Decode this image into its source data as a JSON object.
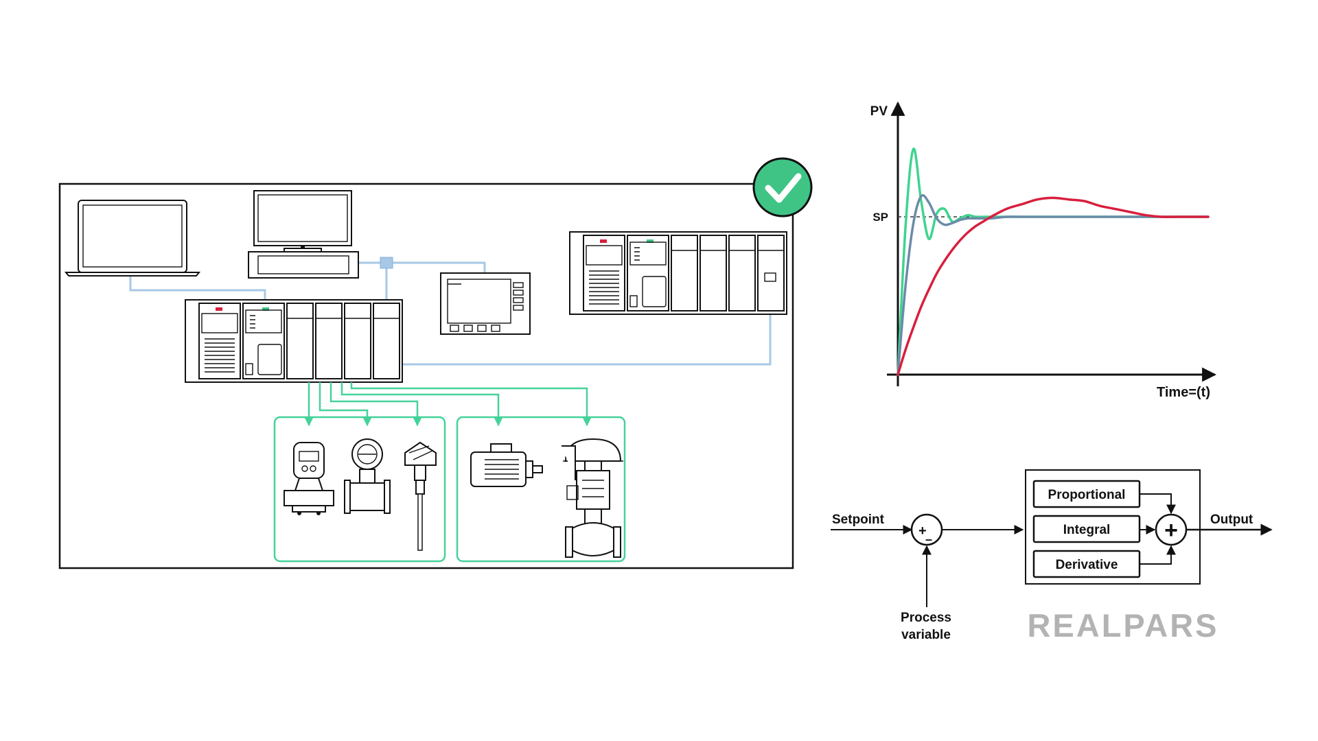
{
  "architecture": {
    "status_icon": "green-check-icon",
    "devices": [
      "laptop-icon",
      "workstation-icon",
      "hmi-panel-icon",
      "plc-rack-icon",
      "remote-plc-rack-icon",
      "pressure-transmitter-icon",
      "flow-meter-icon",
      "temperature-sensor-icon",
      "motor-icon",
      "control-valve-icon"
    ]
  },
  "response_chart": {
    "y_axis_label": "PV",
    "setpoint_label": "SP",
    "x_axis_label": "Time=(t)"
  },
  "chart_data": {
    "type": "line",
    "title": "",
    "xlabel": "Time=(t)",
    "ylabel": "PV",
    "setpoint": 1.0,
    "setpoint_label": "SP",
    "xlim": [
      0,
      10
    ],
    "ylim": [
      0,
      1.7
    ],
    "x": [
      0,
      0.25,
      0.5,
      0.75,
      1.0,
      1.25,
      1.5,
      1.75,
      2.0,
      2.25,
      2.5,
      2.75,
      3.0,
      3.5,
      4.0,
      4.5,
      5.0,
      5.5,
      6.0,
      6.5,
      7.0,
      7.5,
      8.0,
      8.5,
      9.0,
      9.5,
      10.0
    ],
    "series": [
      {
        "color": "#3fd48f",
        "values": [
          0,
          0.95,
          1.43,
          1.1,
          0.86,
          1.02,
          1.05,
          0.97,
          0.99,
          1.01,
          1.0,
          1.0,
          1.0,
          1.0,
          1.0,
          1.0,
          1.0,
          1.0,
          1.0,
          1.0,
          1.0,
          1.0,
          1.0,
          1.0,
          1.0,
          1.0,
          1.0
        ]
      },
      {
        "color": "#6b8ba8",
        "values": [
          0,
          0.57,
          0.96,
          1.13,
          1.09,
          0.99,
          0.95,
          0.96,
          0.98,
          0.99,
          0.99,
          0.99,
          0.99,
          1.0,
          1.0,
          1.0,
          1.0,
          1.0,
          1.0,
          1.0,
          1.0,
          1.0,
          1.0,
          1.0,
          1.0,
          1.0,
          1.0
        ]
      },
      {
        "color": "#d81f3e",
        "values": [
          0,
          0.16,
          0.3,
          0.43,
          0.54,
          0.64,
          0.72,
          0.79,
          0.85,
          0.9,
          0.94,
          0.97,
          1.0,
          1.05,
          1.08,
          1.11,
          1.12,
          1.11,
          1.1,
          1.07,
          1.05,
          1.03,
          1.01,
          1.0,
          1.0,
          1.0,
          1.0
        ]
      }
    ]
  },
  "pid": {
    "setpoint_label": "Setpoint",
    "summing_sign_plus": "+",
    "summing_sign_minus": "–",
    "pv_line1": "Process",
    "pv_line2": "variable",
    "proportional": "Proportional",
    "integral": "Integral",
    "derivative": "Derivative",
    "sum_sign": "+",
    "output_label": "Output"
  },
  "brand": {
    "logo_text": "REALPARS",
    "logo_color": "#b3b3b3"
  },
  "colors": {
    "network": "#a7c8e6",
    "io": "#45d29a",
    "check": "#3fc486",
    "outline": "#111111"
  }
}
